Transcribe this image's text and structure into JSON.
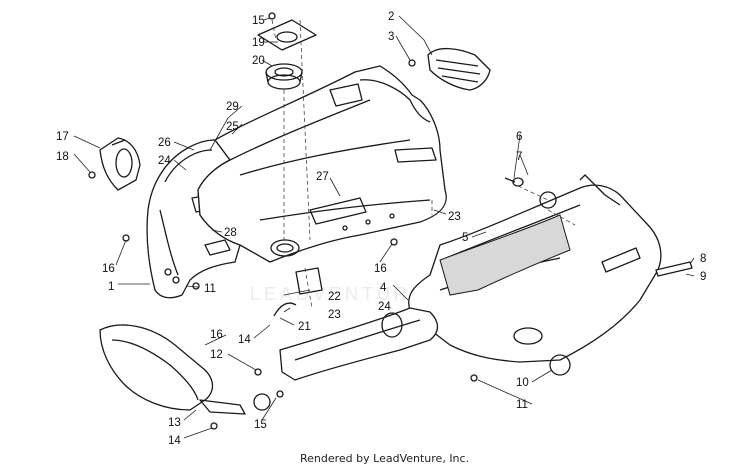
{
  "footer": {
    "rendered_by": "Rendered by LeadVenture, Inc."
  },
  "watermark": {
    "text": "LEADVENTURE"
  },
  "callouts": {
    "n1": "1",
    "n2": "2",
    "n3": "3",
    "n4": "4",
    "n5": "5",
    "n6": "6",
    "n7": "7",
    "n8": "8",
    "n9": "9",
    "n10": "10",
    "n11a": "11",
    "n11b": "11",
    "n12": "12",
    "n13": "13",
    "n14a": "14",
    "n14b": "14",
    "n15a": "15",
    "n15b": "15",
    "n16a": "16",
    "n16b": "16",
    "n16c": "16",
    "n17": "17",
    "n18": "18",
    "n19": "19",
    "n20": "20",
    "n21": "21",
    "n22": "22",
    "n23a": "23",
    "n23b": "23",
    "n24a": "24",
    "n24b": "24",
    "n25": "25",
    "n26": "26",
    "n27": "27",
    "n28": "28",
    "n29": "29"
  }
}
